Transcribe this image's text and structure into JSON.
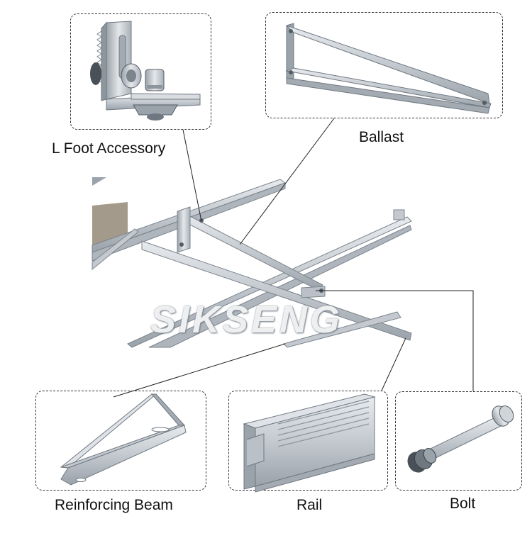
{
  "labels": {
    "l_foot": "L Foot Accessory",
    "ballast": "Ballast",
    "reinforcing_beam": "Reinforcing Beam",
    "rail": "Rail",
    "bolt": "Bolt"
  },
  "watermark": "SIKSENG",
  "colors": {
    "metal_light": "#dfe3e7",
    "metal_mid": "#b9c0c7",
    "metal_dark": "#8d959d",
    "line": "#222222"
  }
}
